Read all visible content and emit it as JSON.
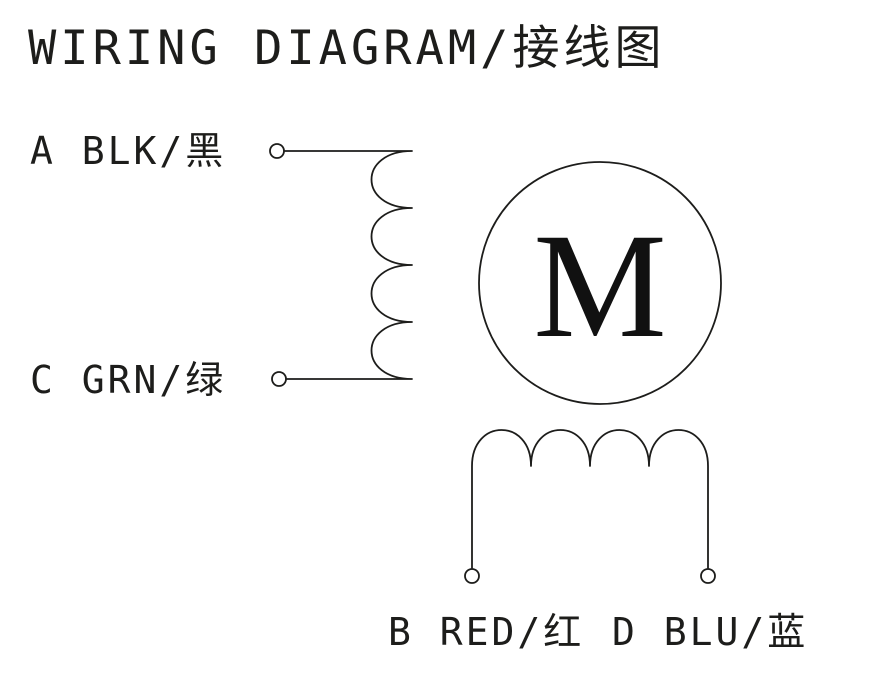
{
  "title": "WIRING DIAGRAM/接线图",
  "motor": {
    "symbol": "M"
  },
  "terminals": {
    "a": {
      "label": "A BLK/黑"
    },
    "c": {
      "label": "C GRN/绿"
    },
    "b": {
      "label": "B RED/红"
    },
    "d": {
      "label": "D BLU/蓝"
    }
  },
  "style": {
    "line_color": "#1d1d1b",
    "background": "#ffffff"
  }
}
